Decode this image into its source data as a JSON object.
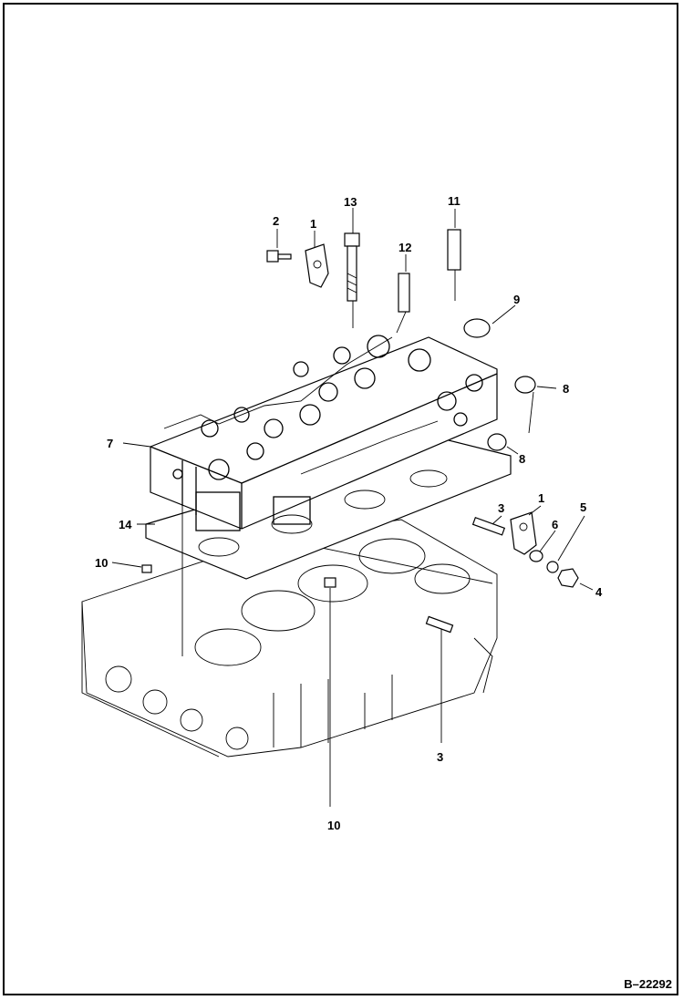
{
  "figure_number": "B–22292",
  "callouts": [
    {
      "id": "c1a",
      "text": "1"
    },
    {
      "id": "c1b",
      "text": "1"
    },
    {
      "id": "c2",
      "text": "2"
    },
    {
      "id": "c3a",
      "text": "3"
    },
    {
      "id": "c3b",
      "text": "3"
    },
    {
      "id": "c4",
      "text": "4"
    },
    {
      "id": "c5",
      "text": "5"
    },
    {
      "id": "c6",
      "text": "6"
    },
    {
      "id": "c7",
      "text": "7"
    },
    {
      "id": "c8a",
      "text": "8"
    },
    {
      "id": "c8b",
      "text": "8"
    },
    {
      "id": "c9",
      "text": "9"
    },
    {
      "id": "c10a",
      "text": "10"
    },
    {
      "id": "c10b",
      "text": "10"
    },
    {
      "id": "c11",
      "text": "11"
    },
    {
      "id": "c12",
      "text": "12"
    },
    {
      "id": "c13",
      "text": "13"
    },
    {
      "id": "c14",
      "text": "14"
    }
  ]
}
